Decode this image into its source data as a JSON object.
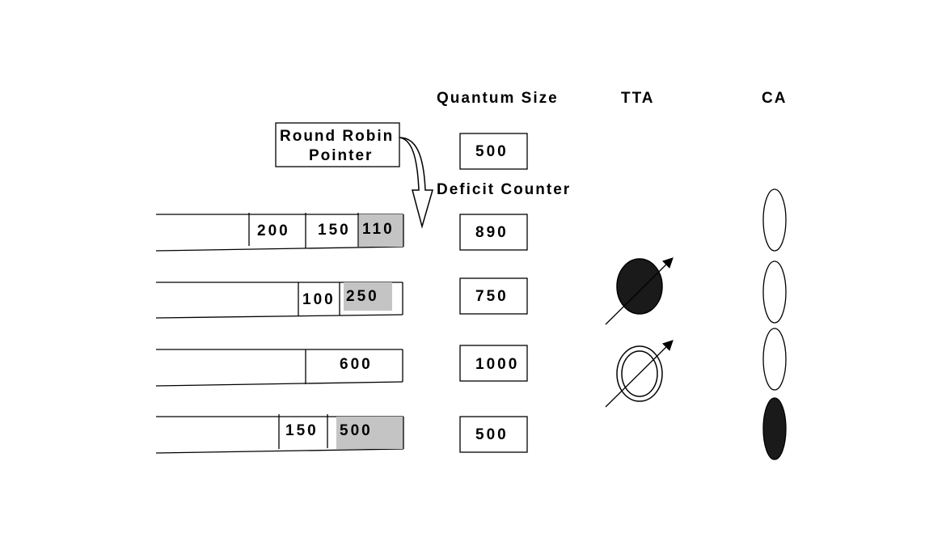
{
  "headers": {
    "quantum_size": "Quantum Size",
    "tta": "TTA",
    "ca": "CA"
  },
  "pointer": {
    "line1": "Round Robin",
    "line2": "Pointer"
  },
  "deficit_counter_label": "Deficit Counter",
  "quantum_value": "500",
  "queues": [
    {
      "packets": [
        "200",
        "150",
        "110"
      ],
      "head_highlighted": true,
      "deficit": "890",
      "tta": "",
      "ca": "empty"
    },
    {
      "packets": [
        "100",
        "250"
      ],
      "head_highlighted": true,
      "deficit": "750",
      "tta": "filled",
      "ca": "empty"
    },
    {
      "packets": [
        "600"
      ],
      "head_highlighted": false,
      "deficit": "1000",
      "tta": "hollow",
      "ca": "empty"
    },
    {
      "packets": [
        "150",
        "500"
      ],
      "head_highlighted": true,
      "deficit": "500",
      "tta": "",
      "ca": "filled"
    }
  ],
  "colors": {
    "highlight": "#c4c4c4",
    "filled": "#1a1a1a"
  }
}
